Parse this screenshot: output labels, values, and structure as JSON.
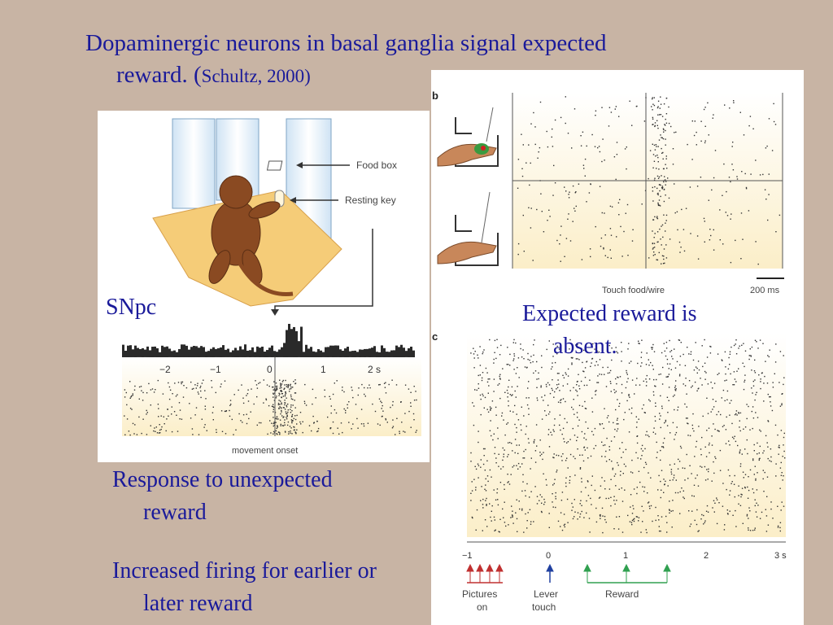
{
  "slide": {
    "title_line1": "Dopaminergic neurons in basal ganglia signal expected",
    "title_line2": "reward. (",
    "title_citation": "Schultz, 2000)",
    "snpc_label": "SNpc",
    "expected_absent_line1": "Expected reward is",
    "expected_absent_line2": "absent.",
    "response_line1": "Response to unexpected",
    "response_line2": "reward",
    "increased_line1": "Increased firing for earlier or",
    "increased_line2": "later reward"
  },
  "figure_left": {
    "food_box_label": "Food box",
    "resting_key_label": "Resting key",
    "ticks": [
      "−2",
      "−1",
      "0",
      "1",
      "2 s"
    ],
    "xlabel": "movement onset"
  },
  "figure_b": {
    "panel_label": "b",
    "xlabel": "Touch food/wire",
    "scale_label": "200 ms"
  },
  "figure_c": {
    "panel_label": "c",
    "ticks": [
      "−1",
      "0",
      "1",
      "2",
      "3 s"
    ],
    "event_pictures_line1": "Pictures",
    "event_pictures_line2": "on",
    "event_lever_line1": "Lever",
    "event_lever_line2": "touch",
    "event_reward": "Reward"
  },
  "colors": {
    "background": "#c8b4a4",
    "text_blue": "#1a1a9a",
    "raster_fill": "#fbeec8",
    "pictures_red": "#c03030",
    "lever_blue": "#2040a0",
    "reward_green": "#30a050"
  }
}
